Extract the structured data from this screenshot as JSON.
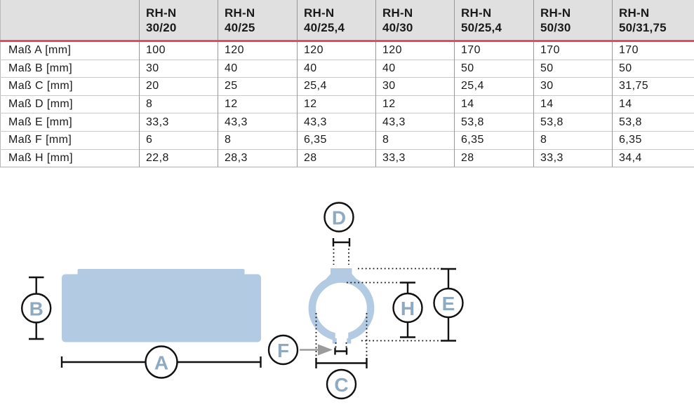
{
  "table": {
    "columns": [
      {
        "line1": "RH-N",
        "line2": "30/20"
      },
      {
        "line1": "RH-N",
        "line2": "40/25"
      },
      {
        "line1": "RH-N",
        "line2": "40/25,4"
      },
      {
        "line1": "RH-N",
        "line2": "40/30"
      },
      {
        "line1": "RH-N",
        "line2": "50/25,4"
      },
      {
        "line1": "RH-N",
        "line2": "50/30"
      },
      {
        "line1": "RH-N",
        "line2": "50/31,75"
      }
    ],
    "rows": [
      {
        "label": "Maß A [mm]",
        "values": [
          "100",
          "120",
          "120",
          "120",
          "170",
          "170",
          "170"
        ]
      },
      {
        "label": "Maß B [mm]",
        "values": [
          "30",
          "40",
          "40",
          "40",
          "50",
          "50",
          "50"
        ]
      },
      {
        "label": "Maß C [mm]",
        "values": [
          "20",
          "25",
          "25,4",
          "30",
          "25,4",
          "30",
          "31,75"
        ]
      },
      {
        "label": "Maß D [mm]",
        "values": [
          "8",
          "12",
          "12",
          "12",
          "14",
          "14",
          "14"
        ]
      },
      {
        "label": "Maß E [mm]",
        "values": [
          "33,3",
          "43,3",
          "43,3",
          "43,3",
          "53,8",
          "53,8",
          "53,8"
        ]
      },
      {
        "label": "Maß F [mm]",
        "values": [
          "6",
          "8",
          "6,35",
          "8",
          "6,35",
          "8",
          "6,35"
        ]
      },
      {
        "label": "Maß H [mm]",
        "values": [
          "22,8",
          "28,3",
          "28",
          "33,3",
          "28",
          "33,3",
          "34,4"
        ]
      }
    ]
  },
  "diagram": {
    "markers": [
      {
        "label": "A"
      },
      {
        "label": "B"
      },
      {
        "label": "C"
      },
      {
        "label": "D"
      },
      {
        "label": "E"
      },
      {
        "label": "F"
      },
      {
        "label": "H"
      }
    ]
  },
  "colors": {
    "accent_red": "#e8495e",
    "header_bg": "#e0e0e0",
    "part_fill": "#b3cbe2",
    "marker_text": "#8ea9c2",
    "grid_dark": "#979797",
    "grid_light": "#c9c9c9",
    "arrow_gray": "#9b9b9b",
    "text": "#1a1a1a"
  }
}
